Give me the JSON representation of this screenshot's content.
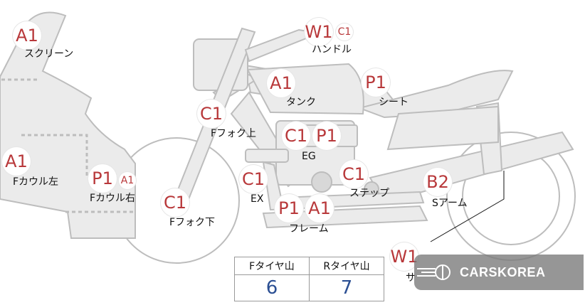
{
  "parts": [
    {
      "id": "screen",
      "codes": [
        "A1"
      ],
      "label": "スクリーン"
    },
    {
      "id": "handle",
      "codes": [
        "W1",
        "C1"
      ],
      "label": "ハンドル"
    },
    {
      "id": "tank",
      "codes": [
        "A1"
      ],
      "label": "タンク"
    },
    {
      "id": "seat",
      "codes": [
        "P1"
      ],
      "label": "シート"
    },
    {
      "id": "fork-upper",
      "codes": [
        "C1"
      ],
      "label": "Fフォク上"
    },
    {
      "id": "engine",
      "codes": [
        "C1",
        "P1"
      ],
      "label": "EG"
    },
    {
      "id": "cowl-left",
      "codes": [
        "A1"
      ],
      "label": "Fカウル左"
    },
    {
      "id": "cowl-right",
      "codes": [
        "P1",
        "A1"
      ],
      "label": "Fカウル右"
    },
    {
      "id": "exhaust",
      "codes": [
        "C1"
      ],
      "label": "EX"
    },
    {
      "id": "step",
      "codes": [
        "C1"
      ],
      "label": "ステップ"
    },
    {
      "id": "swingarm",
      "codes": [
        "B2"
      ],
      "label": "Sアーム"
    },
    {
      "id": "fork-lower",
      "codes": [
        "C1"
      ],
      "label": "Fフォク下"
    },
    {
      "id": "frame",
      "codes": [
        "P1",
        "A1"
      ],
      "label": "フレーム"
    },
    {
      "id": "muffler",
      "codes": [
        "W1"
      ],
      "label": "サ"
    }
  ],
  "tires": {
    "front_label": "Fタイヤ山",
    "rear_label": "Rタイヤ山",
    "front_value": "6",
    "rear_value": "7"
  },
  "watermark": {
    "text": "CARSKOREA",
    "icon": "carskorea-logo-icon"
  },
  "colors": {
    "body": "#ebebeb",
    "outline": "#bdbdbd",
    "code": "#b8383a",
    "tire_value": "#2b4f93"
  }
}
